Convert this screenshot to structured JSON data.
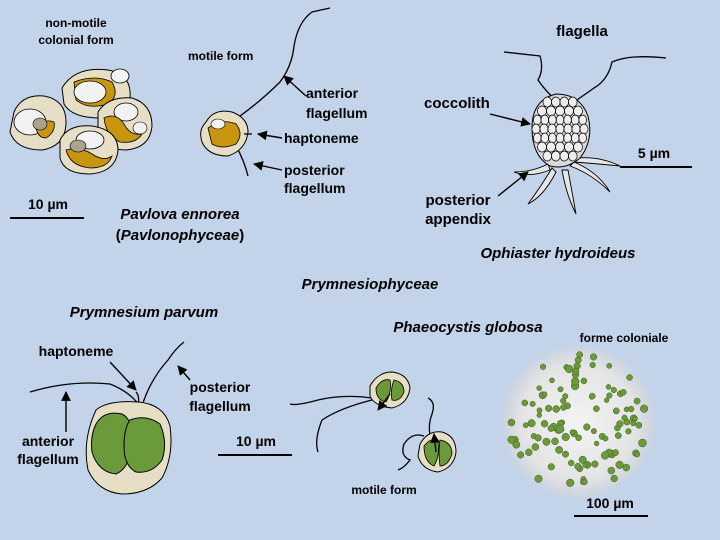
{
  "pavlova": {
    "nonmotile_line1": "non-motile",
    "nonmotile_line2": "colonial form",
    "motile": "motile form",
    "anterior_line1": "anterior",
    "anterior_line2": "flagellum",
    "haptonema": "haptoneme",
    "posterior_line1": "posterior",
    "posterior_line2": "flagellum",
    "scale": "10 µm",
    "species": "Pavlova ennorea",
    "class_open": "(",
    "class_name": "Pavlonophyceae",
    "class_close": ")"
  },
  "ophiaster": {
    "flagella": "flagella",
    "coccolith": "coccolith",
    "scale": "5 µm",
    "appendix_line1": "posterior",
    "appendix_line2": "appendix",
    "species": "Ophiaster hydroideus"
  },
  "center_title": "Prymnesiophyceae",
  "prymnesium": {
    "species": "Prymnesium parvum",
    "haptonema": "haptoneme",
    "posterior_line1": "posterior",
    "posterior_line2": "flagellum",
    "anterior_line1": "anterior",
    "anterior_line2": "flagellum"
  },
  "phaeocystis": {
    "species": "Phaeocystis globosa",
    "colonial": "forme coloniale",
    "scale": "10 µm",
    "motile": "motile form",
    "colony_scale": "100 µm"
  },
  "colors": {
    "background": "#c3d4ea",
    "cell_outer": "#e6dfc6",
    "cell_inner": "#f2f2f2",
    "chloroplast_brown": "#c8950e",
    "chloroplast_green": "#6b9a3a",
    "coccolith": "#eeeeee"
  }
}
